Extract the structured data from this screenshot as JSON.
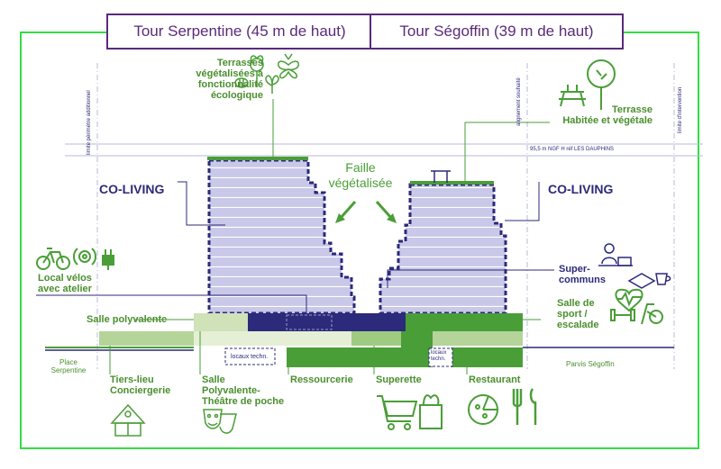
{
  "titles": {
    "left": "Tour Serpentine (45 m de haut)",
    "right": "Tour Ségoffin (39 m de haut)"
  },
  "boundary_labels": {
    "left": "limite périmètre additionnel",
    "middle": "alignement souhaité",
    "right": "limite d'intervention"
  },
  "height_reference": "95,5 m NGF  H réf LES DAUPHINS",
  "left_tower": {
    "coliving": "CO-LIVING",
    "terraces": [
      "Terrasses",
      "végétalisées à",
      "fonctionnalité",
      "écologique"
    ]
  },
  "right_tower": {
    "coliving": "CO-LIVING",
    "terrace": [
      "Terrasse",
      "Habitée et végétale"
    ]
  },
  "faille": [
    "Faille",
    "végétalisée"
  ],
  "left_programs": {
    "bike": [
      "Local vélos",
      "avec atelier"
    ],
    "salle_polyvalente": "Salle polyvalente"
  },
  "right_programs": {
    "super_communs": [
      "Super-",
      "communs"
    ],
    "sport": [
      "Salle de",
      "sport /",
      "escalade"
    ]
  },
  "ground_labels": {
    "place": [
      "Place",
      "Serpentine"
    ],
    "parvis": "Parvis Ségoffin",
    "locaux_left": "locaux techn.",
    "locaux_right": [
      "locaux",
      "techn."
    ]
  },
  "bottom_programs": {
    "tiers_lieu": [
      "Tiers-lieu",
      "Conciergerie"
    ],
    "salle_theatre": [
      "Salle",
      "Polyvalente-",
      "Théâtre de poche"
    ],
    "ressourcerie": "Ressourcerie",
    "superette": "Superette",
    "restaurant": "Restaurant"
  },
  "colors": {
    "navy": "#2c2a7a",
    "lavender": "#c9c8e8",
    "green": "#4a9e37",
    "light_green": "#b4d49a",
    "frame_green": "#33dd44",
    "purple": "#5a2a7a"
  }
}
